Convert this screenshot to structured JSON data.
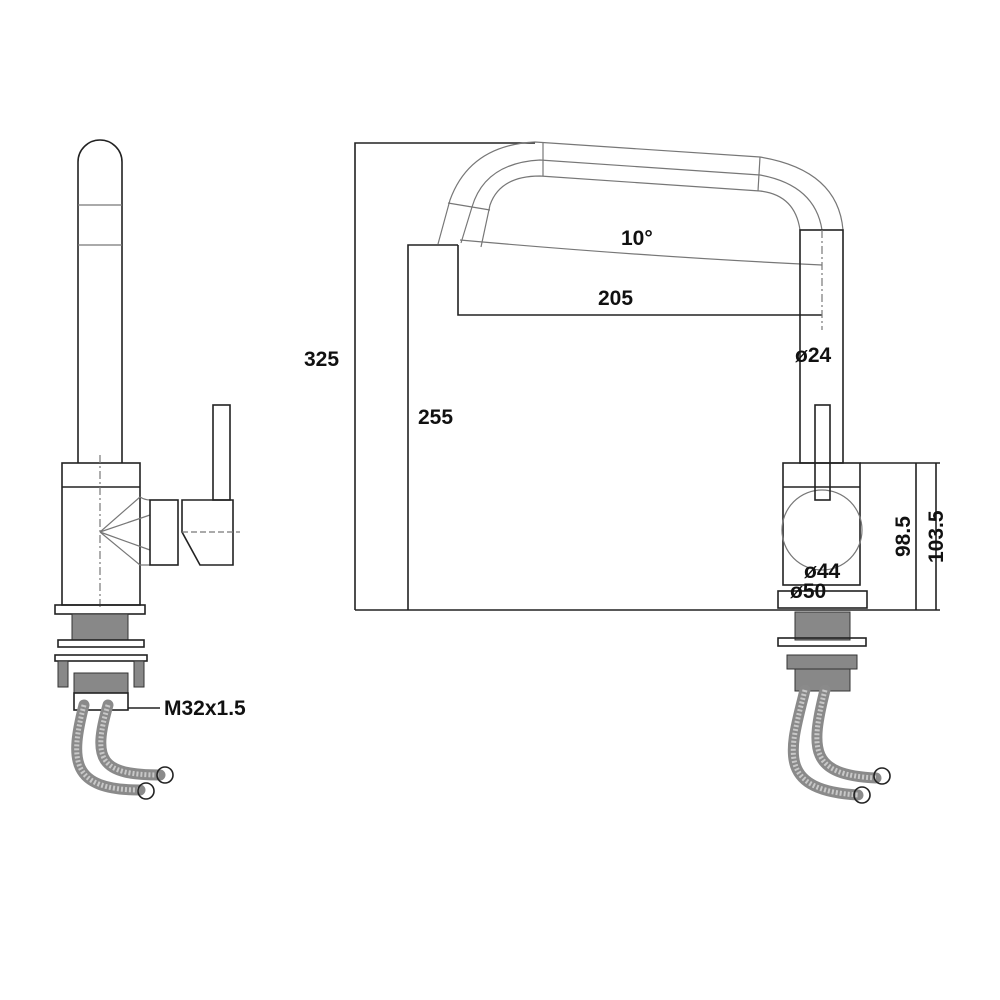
{
  "drawing": {
    "side_view": {
      "thread_label": "M32x1.5"
    },
    "front_view": {
      "total_height": "325",
      "spout_height": "255",
      "spout_reach": "205",
      "spout_angle": "10°",
      "spout_diameter": "ø24",
      "body_diameter": "ø44",
      "base_diameter": "ø50",
      "body_height": "98.5",
      "body_height_total": "103.5"
    }
  }
}
